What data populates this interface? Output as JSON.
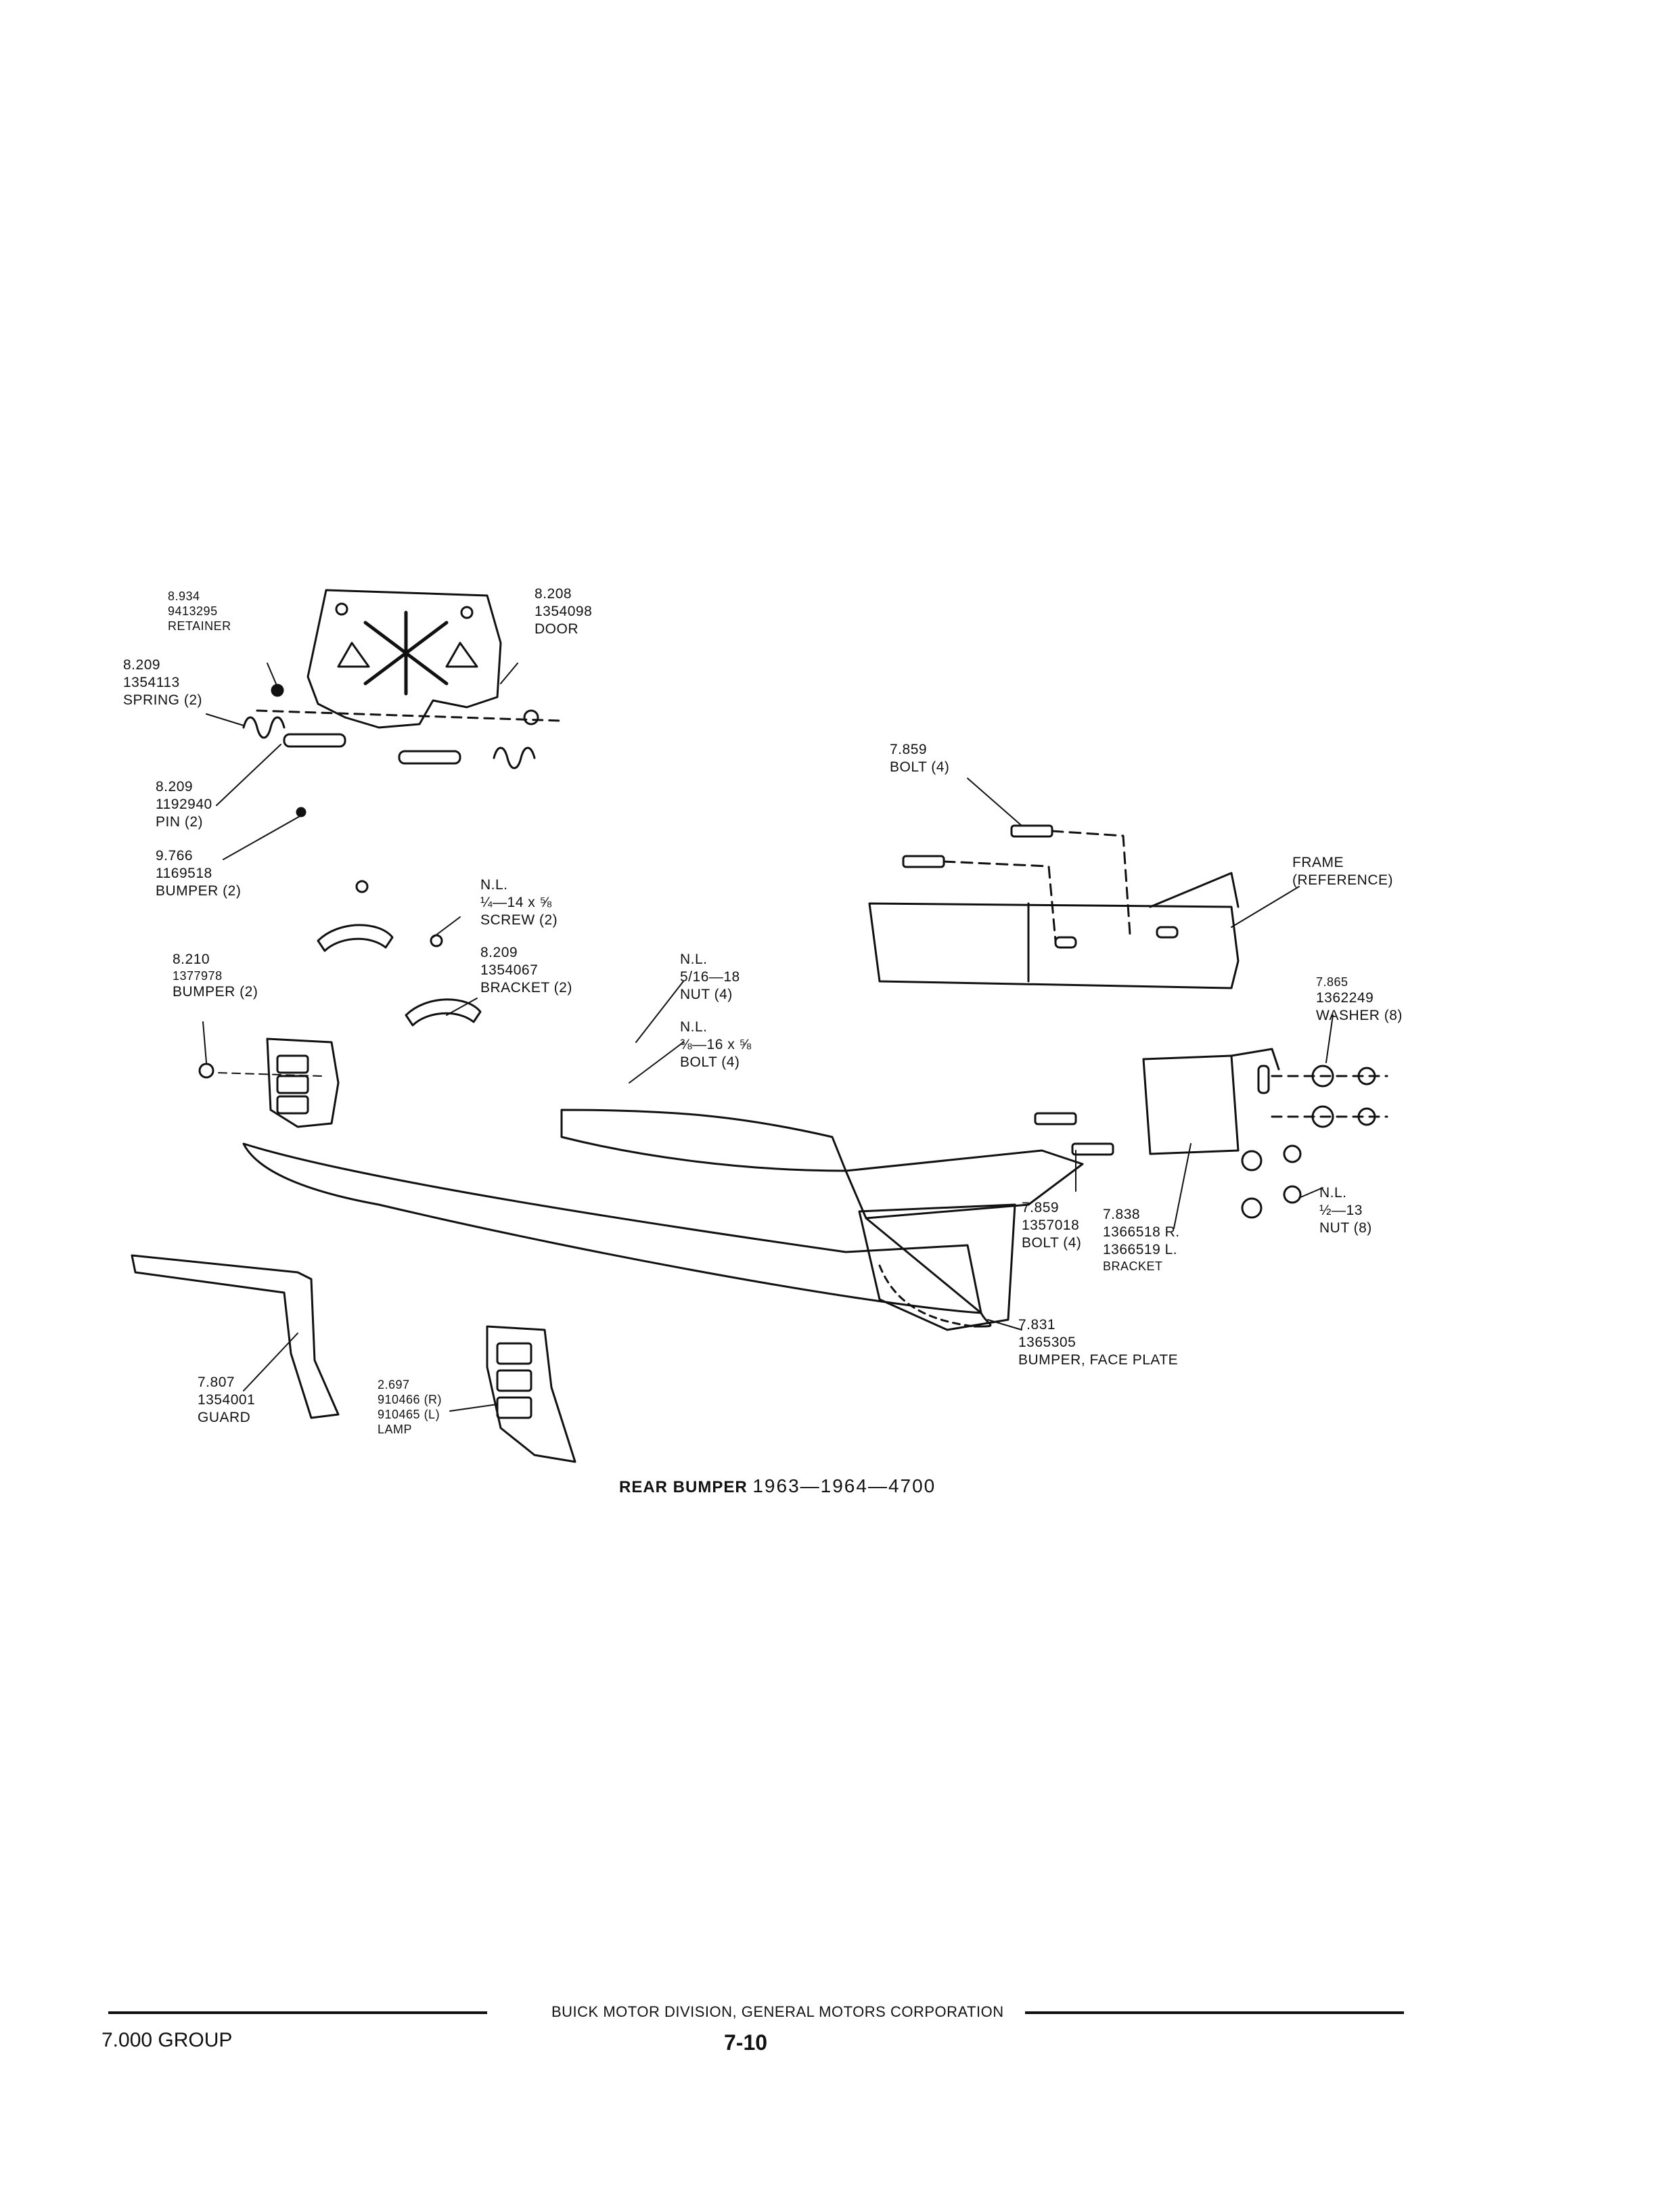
{
  "callouts": [
    {
      "id": "retainer-8-934",
      "lines": [
        "8.934",
        "9413295",
        "RETAINER"
      ]
    },
    {
      "id": "door-8-208",
      "lines": [
        "8.208",
        "1354098",
        "DOOR"
      ]
    },
    {
      "id": "spring-8-209",
      "lines": [
        "8.209",
        "1354113",
        "SPRING (2)"
      ]
    },
    {
      "id": "pin-8-209",
      "lines": [
        "8.209",
        "1192940",
        "PIN (2)"
      ]
    },
    {
      "id": "bumper-9-766",
      "lines": [
        "9.766",
        "1169518",
        "BUMPER (2)"
      ]
    },
    {
      "id": "screw-nl",
      "lines": [
        "N.L.",
        "¼—14 x ⅝",
        "SCREW (2)"
      ]
    },
    {
      "id": "bumper-8-210",
      "lines": [
        "8.210",
        "1377978",
        "BUMPER (2)"
      ]
    },
    {
      "id": "bracket-8-209",
      "lines": [
        "8.209",
        "1354067",
        "BRACKET (2)"
      ]
    },
    {
      "id": "nut-nl-5-16",
      "lines": [
        "N.L.",
        "5/16—18",
        "NUT (4)"
      ]
    },
    {
      "id": "bolt-nl-3-8",
      "lines": [
        "N.L.",
        "⅜—16 x ⅝",
        "BOLT (4)"
      ]
    },
    {
      "id": "bolt-7-859-top",
      "lines": [
        "7.859",
        "BOLT (4)"
      ]
    },
    {
      "id": "frame-ref",
      "lines": [
        "FRAME",
        "(REFERENCE)"
      ]
    },
    {
      "id": "washer-7-865",
      "lines": [
        "7.865",
        "1362249",
        "WASHER (8)"
      ]
    },
    {
      "id": "bolt-7-859-low",
      "lines": [
        "7.859",
        "1357018",
        "BOLT (4)"
      ]
    },
    {
      "id": "bracket-7-838",
      "lines": [
        "7.838",
        "1366518 R.",
        "1366519 L.",
        "BRACKET"
      ]
    },
    {
      "id": "nut-nl-1-2",
      "lines": [
        "N.L.",
        "½—13",
        "NUT (8)"
      ]
    },
    {
      "id": "faceplate-7-831",
      "lines": [
        "7.831",
        "1365305",
        "BUMPER, FACE PLATE"
      ]
    },
    {
      "id": "guard-7-807",
      "lines": [
        "7.807",
        "1354001",
        "GUARD"
      ]
    },
    {
      "id": "lamp-2-697",
      "lines": [
        "2.697",
        "910466 (R)",
        "910465 (L)",
        "LAMP"
      ]
    }
  ],
  "caption": {
    "label": "REAR BUMPER",
    "years": "1963—1964—4700"
  },
  "footer": {
    "organization": "BUICK MOTOR DIVISION, GENERAL MOTORS CORPORATION",
    "group": "7.000 GROUP",
    "page": "7-10"
  }
}
